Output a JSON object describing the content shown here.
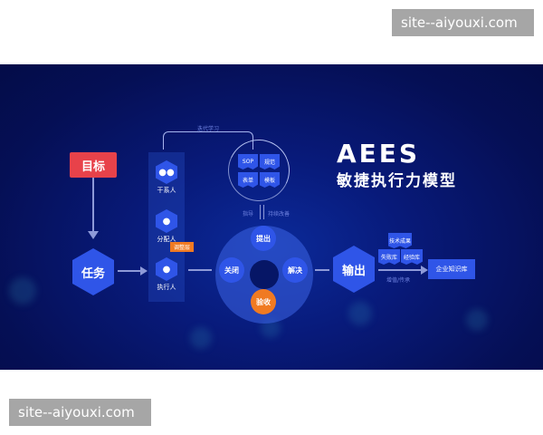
{
  "watermarks": {
    "top": "site--aiyouxi.com",
    "bottom": "site--aiyouxi.com"
  },
  "title": {
    "main": "AEES",
    "subtitle": "敏捷执行力模型"
  },
  "nodes": {
    "goal": "目标",
    "task": "任务",
    "output": "输出",
    "knowledge_base": "企业知识库"
  },
  "roles": [
    {
      "label": "干系人",
      "icon": "group-icon"
    },
    {
      "label": "分配人",
      "icon": "user-icon"
    },
    {
      "label": "执行人",
      "icon": "user-icon"
    }
  ],
  "tags": {
    "adjust": "调整层"
  },
  "loop": {
    "iterate_label": "迭代学习",
    "guide_label": "指导",
    "improve_label": "持续改善",
    "documents": [
      "SOP",
      "规范",
      "表单",
      "模板"
    ]
  },
  "cycle": {
    "top": "提出",
    "right": "解决",
    "bottom": "验收",
    "left": "关闭"
  },
  "outputs": {
    "documents": [
      "技术成果",
      "失败库",
      "经验库"
    ],
    "arrow_label": "增值/传承"
  },
  "colors": {
    "background": "#050f55",
    "node_blue": "#2f55e8",
    "goal_red": "#e8424a",
    "accent_orange": "#f07a22"
  }
}
